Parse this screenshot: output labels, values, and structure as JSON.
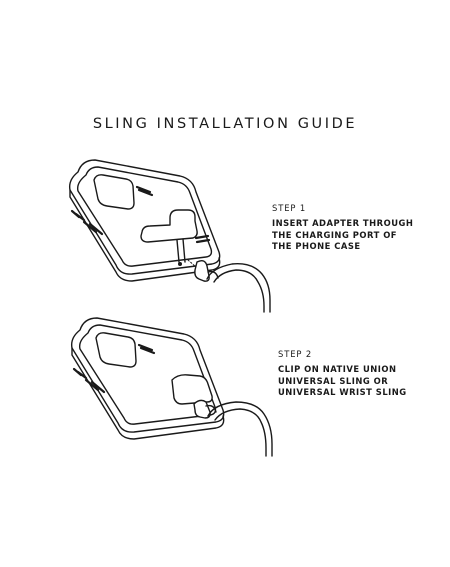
{
  "title": "SLING INSTALLATION GUIDE",
  "steps": [
    {
      "label": "STEP 1",
      "lines": [
        "INSERT ADAPTER THROUGH",
        "THE CHARGING PORT OF",
        "THE PHONE CASE"
      ]
    },
    {
      "label": "STEP 2",
      "lines": [
        "CLIP ON NATIVE UNION",
        "UNIVERSAL SLING OR",
        "UNIVERSAL WRIST SLING"
      ]
    }
  ],
  "colors": {
    "ink": "#1a1a1a",
    "background": "#ffffff"
  }
}
